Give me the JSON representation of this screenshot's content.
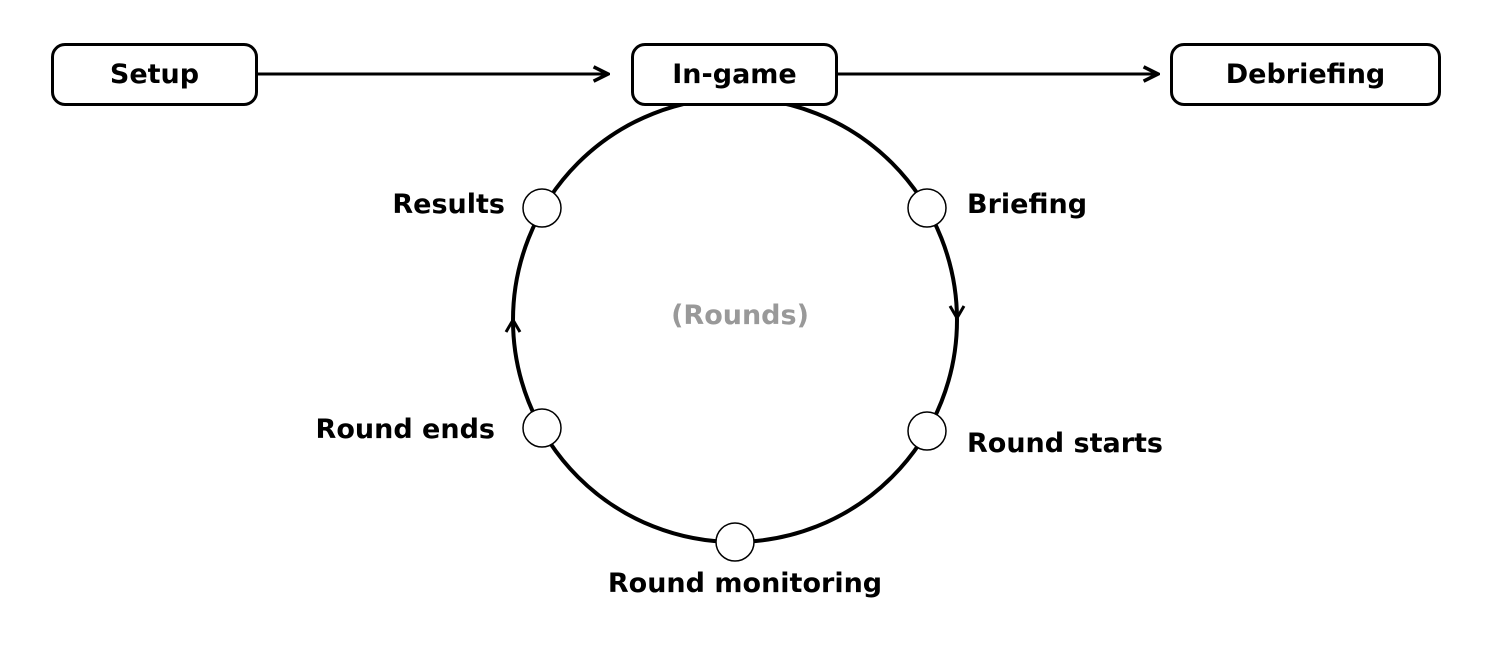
{
  "phases": {
    "setup": "Setup",
    "in_game": "In-game",
    "debriefing": "Debriefing"
  },
  "cycle": {
    "center_label": "(Rounds)",
    "steps": {
      "briefing": "Briefing",
      "round_starts": "Round starts",
      "round_monitoring": "Round monitoring",
      "round_ends": "Round ends",
      "results": "Results"
    }
  },
  "colors": {
    "stroke": "#000000",
    "center_label": "#999999",
    "background": "#ffffff"
  }
}
